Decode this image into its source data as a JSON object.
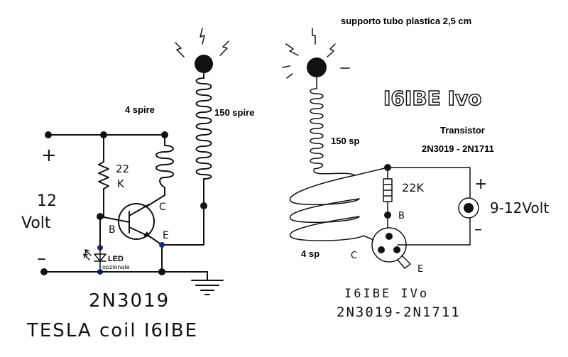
{
  "left": {
    "coil_small": "4 spire",
    "coil_large": "150 spire",
    "plus": "+",
    "minus": "–",
    "voltage_line1": "12",
    "voltage_line2": "Volt",
    "resistor_value_line1": "22",
    "resistor_value_line2": "K",
    "pin_c": "C",
    "pin_b": "B",
    "pin_e": "E",
    "led_label": "LED",
    "led_sub": "opzionale",
    "transistor": "2N3019",
    "caption": "TESLA coil I6IBE"
  },
  "right": {
    "header": "supporto tubo plastica 2,5 cm",
    "brand": "I6IBE Ivo",
    "coil_large": "150 sp",
    "coil_small": "4 sp",
    "transistor_title": "Transistor",
    "transistor_models": "2N3019 - 2N1711",
    "resistor_value": "22K",
    "pin_b": "B",
    "pin_c": "C",
    "pin_e": "E",
    "plus": "+",
    "minus": "–",
    "supply": "9-12Volt",
    "caption_line1": "I6IBE IVo",
    "caption_line2": "2N3019-2N1711"
  },
  "colors": {
    "ink": "#111111",
    "junction_blue": "#1a2a8a",
    "background": "#ffffff"
  }
}
